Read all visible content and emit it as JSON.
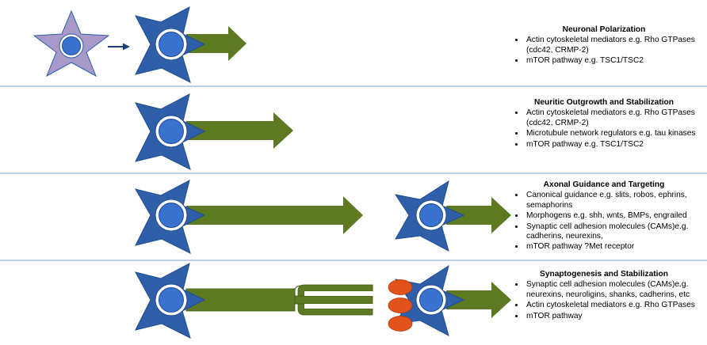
{
  "panels": [
    {
      "title": "Neuronal Polarization",
      "bullets": [
        "Actin cytoskeletal mediators e.g. Rho GTPases (cdc42, CRMP-2)",
        "mTOR pathway e.g. TSC1/TSC2"
      ]
    },
    {
      "title": "Neuritic Outgrowth and Stabilization",
      "bullets": [
        "Actin cytoskeletal mediators e.g. Rho GTPases (cdc42, CRMP-2)",
        "Microtubule network regulators e.g. tau kinases",
        "mTOR pathway e.g. TSC1/TSC2"
      ]
    },
    {
      "title": "Axonal Guidance and Targeting",
      "bullets": [
        "Canonical guidance e.g. slits, robos, ephrins, semaphorins",
        "Morphogens e.g. shh, wnts, BMPs, engrailed",
        "Synaptic cell adhesion molecules (CAMs)e.g. cadherins, neurexins,",
        " mTOR pathway ?Met receptor"
      ]
    },
    {
      "title": "Synaptogenesis and Stabilization",
      "bullets": [
        "Synaptic cell adhesion molecules (CAMs)e.g. neurexins, neuroligins, shanks, cadherins, etc",
        "Actin cytoskeletal mediators e.g. Rho GTPases",
        "mTOR pathway"
      ]
    }
  ],
  "colors": {
    "neuron_body": "#2E5FA8",
    "nucleus": "#3A72D0",
    "initial_cell": "#A79AC9",
    "axon_arrow": "#5D7A22",
    "synapse_contact": "#E2531B",
    "divider": "#7EA6C9"
  }
}
